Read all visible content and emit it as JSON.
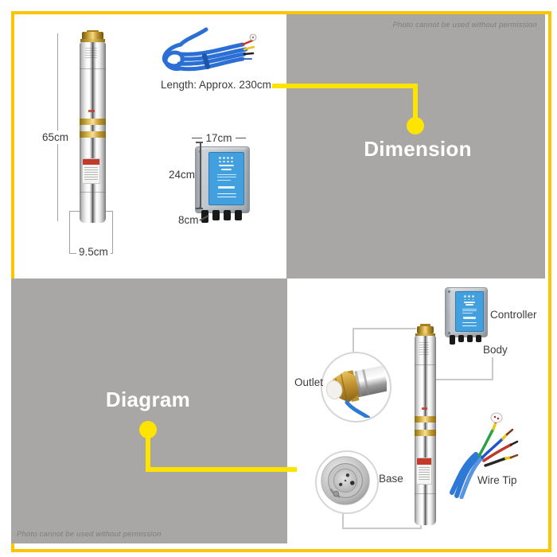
{
  "colors": {
    "frame_yellow": "#fdc500",
    "connector_yellow": "#ffe400",
    "panel_gray": "#a8a7a5"
  },
  "watermarks": {
    "top_right": "Photo cannot be used without permission",
    "bottom_left": "Photo cannot be used without permission"
  },
  "dimension_section": {
    "title": "Dimension",
    "pump_height": "65cm",
    "pump_diameter": "9.5cm",
    "cable_length_note": "Length: Approx. 230cm",
    "controller_width": "17cm",
    "controller_height": "24cm",
    "controller_depth": "8cm"
  },
  "diagram_section": {
    "title": "Diagram",
    "part_labels": {
      "controller": "Controller",
      "body": "Body",
      "outlet": "Outlet",
      "base": "Base",
      "wire_tip": "Wire Tip"
    }
  }
}
